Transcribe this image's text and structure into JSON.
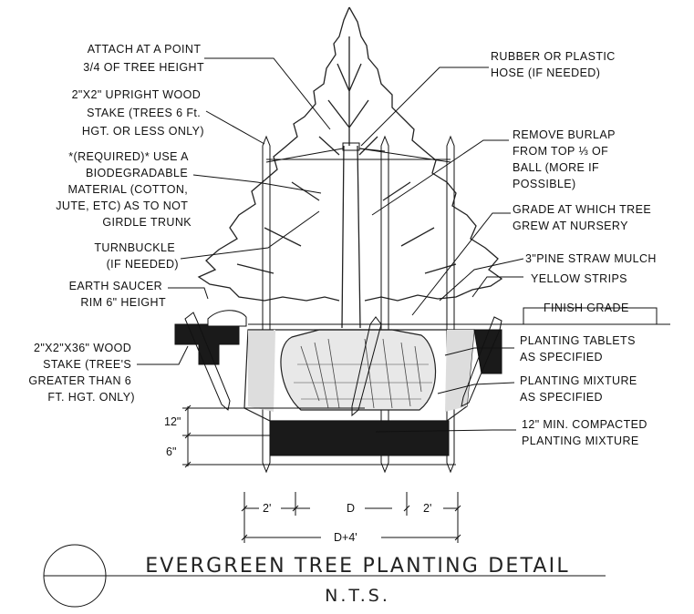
{
  "title": "EVERGREEN TREE PLANTING DETAIL",
  "subtitle": "N.T.S.",
  "labels_left": {
    "attach": [
      "ATTACH AT A POINT",
      "3/4 OF TREE HEIGHT"
    ],
    "upright_stake": [
      "2\"X2\" UPRIGHT WOOD",
      "STAKE (TREES 6 Ft.",
      "HGT. OR LESS ONLY)"
    ],
    "biodegradable": [
      "*(REQUIRED)* USE A",
      "BIODEGRADABLE",
      "MATERIAL (COTTON,",
      "JUTE, ETC) AS TO NOT",
      "GIRDLE TRUNK"
    ],
    "turnbuckle": [
      "TURNBUCKLE",
      "(IF NEEDED)"
    ],
    "earth_saucer": [
      "EARTH SAUCER",
      "RIM 6\" HEIGHT"
    ],
    "wood_stake": [
      "2\"X2\"X36\" WOOD",
      "STAKE (TREE'S",
      "GREATER THAN 6",
      "FT. HGT. ONLY)"
    ]
  },
  "labels_right": {
    "hose": [
      "RUBBER OR PLASTIC",
      "HOSE (IF NEEDED)"
    ],
    "burlap": [
      "REMOVE BURLAP",
      "FROM TOP ⅓ OF",
      "BALL (MORE IF",
      "POSSIBLE)"
    ],
    "grade_nursery": [
      "GRADE AT WHICH TREE",
      "GREW AT NURSERY"
    ],
    "mulch": [
      "3\"PINE STRAW MULCH"
    ],
    "yellow": [
      "YELLOW STRIPS"
    ],
    "finish_grade": [
      "FINISH GRADE"
    ],
    "tablets": [
      "PLANTING TABLETS",
      "AS SPECIFIED"
    ],
    "mixture": [
      "PLANTING MIXTURE",
      "AS SPECIFIED"
    ],
    "compacted": [
      "12\" MIN. COMPACTED",
      "PLANTING MIXTURE"
    ]
  },
  "dimensions": {
    "depth_top": "12\"",
    "depth_bottom": "6\"",
    "side_left": "2'",
    "center": "D",
    "side_right": "2'",
    "overall": "D+4'"
  }
}
